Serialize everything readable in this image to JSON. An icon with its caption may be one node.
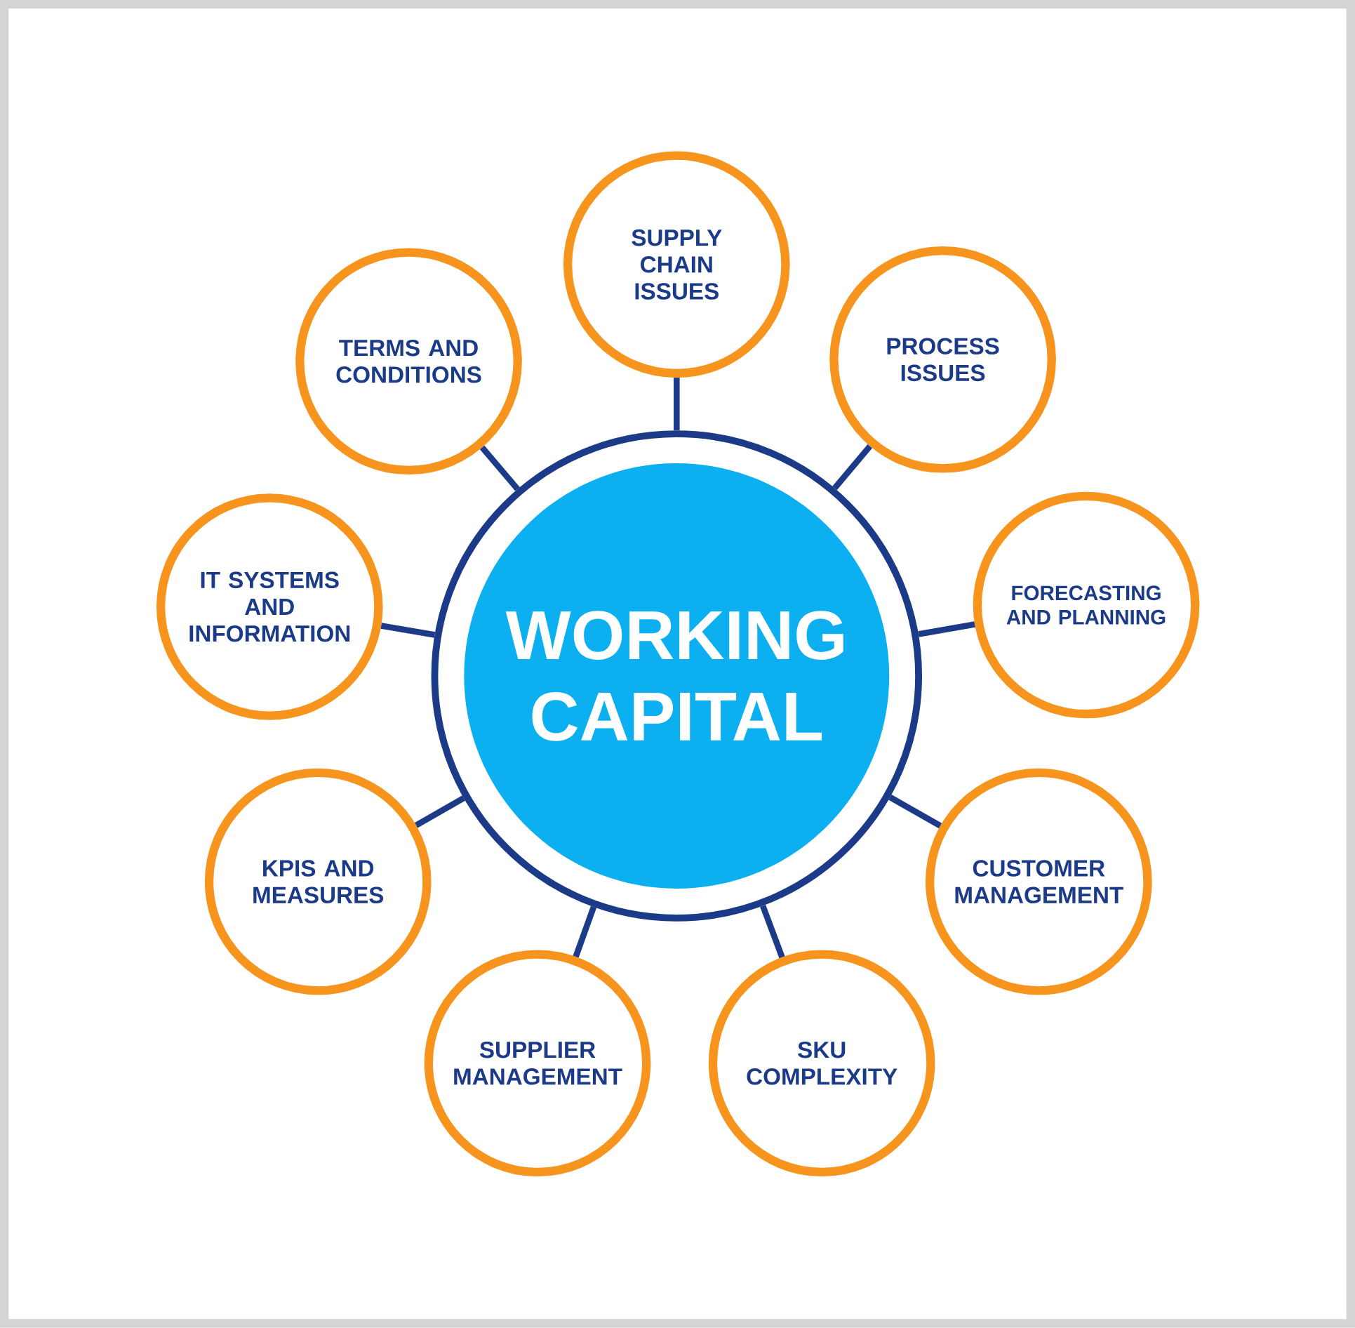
{
  "diagram": {
    "nodes": [
      {
        "text": [
          "WORKING CAPITAL"
        ]
      },
      {
        "text": [
          "SUPPLY CHAIN ISSUES"
        ]
      },
      {
        "text": [
          "PROCESS ISSUES"
        ]
      },
      {
        "text": [
          "FORECASTING AND PLANNING"
        ]
      },
      {
        "text": [
          "CUSTOMER MANAGEMENT"
        ]
      },
      {
        "text": [
          "SKU COMPLEXITY"
        ]
      },
      {
        "text": [
          "SUPPLIER MANAGEMENT"
        ]
      },
      {
        "text": [
          "KPIS AND MEASURES"
        ]
      },
      {
        "text": [
          "IT SYSTEMS AND INFORMATION"
        ]
      },
      {
        "text": [
          "TERMS AND CONDITIONS"
        ]
      }
    ],
    "edges": [
      {
        "from": 0,
        "to": 1,
        "arrow": "none"
      },
      {
        "from": 0,
        "to": 2,
        "arrow": "none"
      },
      {
        "from": 0,
        "to": 3,
        "arrow": "none"
      },
      {
        "from": 0,
        "to": 4,
        "arrow": "none"
      },
      {
        "from": 0,
        "to": 5,
        "arrow": "none"
      },
      {
        "from": 0,
        "to": 6,
        "arrow": "none"
      },
      {
        "from": 0,
        "to": 7,
        "arrow": "none"
      },
      {
        "from": 0,
        "to": 8,
        "arrow": "none"
      },
      {
        "from": 0,
        "to": 9,
        "arrow": "none"
      }
    ]
  }
}
